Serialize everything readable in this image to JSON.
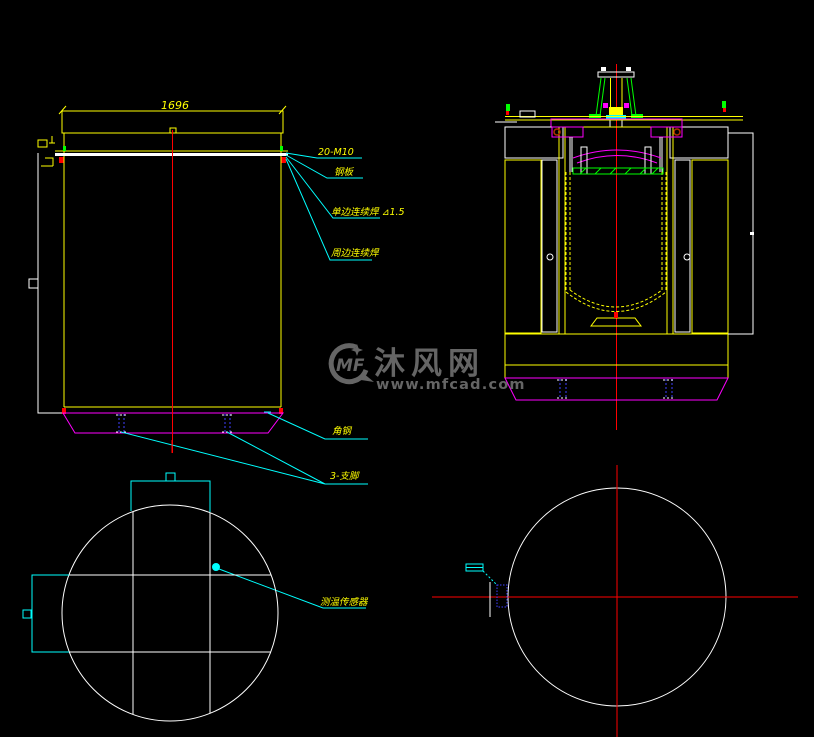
{
  "drawing": {
    "type": "cad-2d-drawing",
    "views": [
      "tank-elevation",
      "furnace-section",
      "tank-plan",
      "base-plan"
    ]
  },
  "annotations": {
    "dim_width": "1696",
    "bolts": "20-M10",
    "plate": "钢板",
    "weld_single": "单边连续焊 ⊿1.5",
    "weld_perimeter": "周边连续焊",
    "angle_steel": "角钢",
    "feet": "3-支脚",
    "temp_sensor": "测温传感器"
  },
  "watermark": {
    "logo": "MF",
    "site": "沐风网",
    "url": "www.mfcad.com"
  },
  "colors": {
    "bg": "#000000",
    "yellow": "#ffff00",
    "white": "#ffffff",
    "cyan": "#00ffff",
    "magenta": "#ff00ff",
    "red": "#ff0000",
    "green": "#00ff00",
    "blue": "#4040ff",
    "darkred": "#b03000",
    "gray": "#6e6e6e"
  }
}
